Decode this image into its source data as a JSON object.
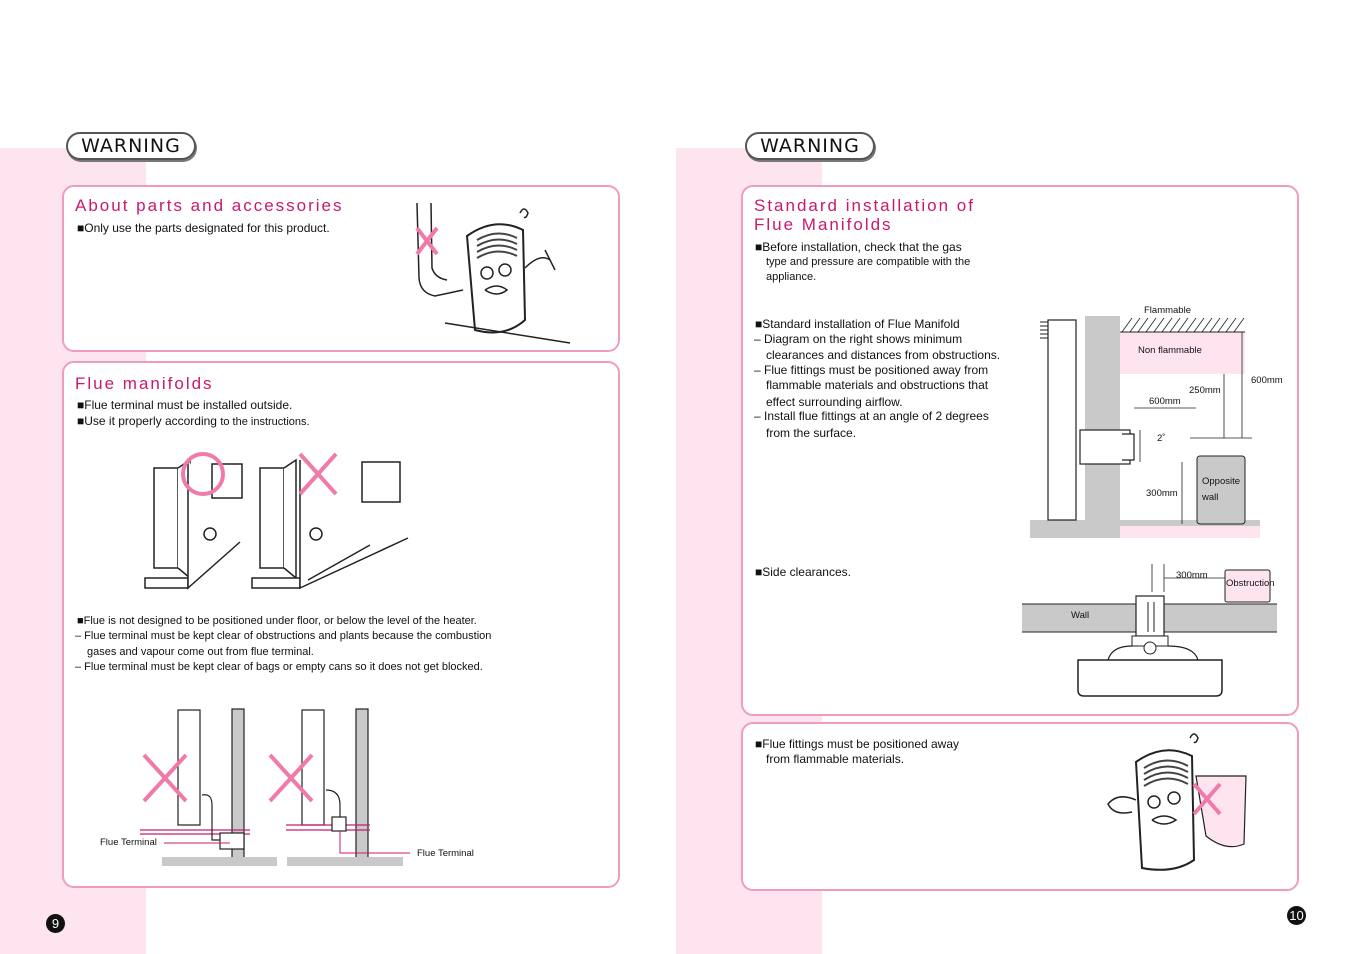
{
  "left": {
    "warning": "WARNING",
    "parts": {
      "title": "About parts and accessories",
      "line1": "■Only use the parts designated for this product."
    },
    "flue": {
      "title": "Flue manifolds",
      "line1": "■Flue terminal must be installed outside.",
      "line2a": "■Use it properly according ",
      "line2b": "to the instructions.",
      "note1": "■Flue is not designed to be positioned under floor, or below the level of the heater.",
      "note2": "–  Flue terminal must be kept clear of obstructions and plants because the combustion",
      "note3": "gases and vapour come out from flue terminal.",
      "note4": "–  Flue terminal  must be kept clear of bags or empty cans so it does not get blocked.",
      "label_a": "Flue Terminal",
      "label_b": "Flue Terminal"
    },
    "page": "9"
  },
  "right": {
    "warning": "WARNING",
    "std": {
      "title1": "Standard  installation  of",
      "title2": "Flue  Manifolds",
      "b1a": "■Before  installation,  check  that  the gas",
      "b1b": "type and pressure are compatible with the",
      "b1c": "appliance.",
      "s1": "■Standard  installation  of  Flue  Manifold",
      "s2": "–  Diagram on the right shows minimum",
      "s3": "clearances and distances from obstructions.",
      "s4": "–  Flue fittings must be positioned away from",
      "s5": "flammable materials and obstructions that",
      "s6": "effect surrounding airflow.",
      "s7": "–  Install flue fittings at an angle of 2 degrees",
      "s8": "from the surface.",
      "side": "■Side  clearances."
    },
    "diagram": {
      "flammable": "Flammable",
      "non_flammable": "Non flammable",
      "d250": "250mm",
      "d600a": "600mm",
      "d600b": "600mm",
      "angle": "2˚",
      "d300": "300mm",
      "opposite1": "Opposite",
      "opposite2": "wall",
      "side300": "300mm",
      "obstruction": "Obstruction",
      "wall": "Wall"
    },
    "bottom": {
      "line1": "■Flue  fittings  must  be  positioned  away",
      "line2": "from  flammable  materials."
    },
    "page": "10"
  },
  "colors": {
    "pink_bg": "#fde4ee",
    "border": "#ef9cc0",
    "heading": "#c8196f",
    "mark": "#f07aaa"
  }
}
